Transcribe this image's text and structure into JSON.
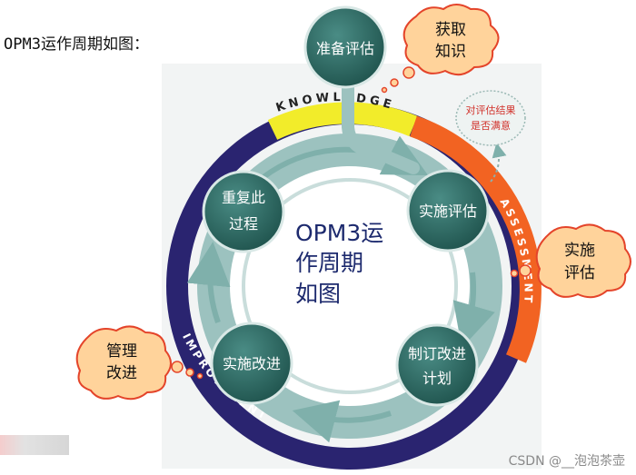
{
  "intro_text": "OPM3运作周期如图：",
  "center": {
    "line1": "OPM3运",
    "line2": "作周期",
    "line3": "如图"
  },
  "stages": {
    "prepare": "准备评估",
    "implement_assess": "实施评估",
    "plan_line1": "制订改进",
    "plan_line2": "计划",
    "implement_improve": "实施改进",
    "repeat_line1": "重复此",
    "repeat_line2": "过程"
  },
  "ring_labels": {
    "knowledge": "KNOWLEDGE",
    "assessment": "ASSESSMENT",
    "improvement": "IMPROVEMENT"
  },
  "callouts": {
    "knowledge_line1": "获取",
    "knowledge_line2": "知识",
    "assess_line1": "实施",
    "assess_line2": "评估",
    "improve_line1": "管理",
    "improve_line2": "改进",
    "satisfaction_line1": "对评估结果",
    "satisfaction_line2": "是否满意"
  },
  "watermark": "CSDN @__泡泡茶壶",
  "colors": {
    "node": "#2c6b64",
    "inner_ring": "#9cc2bf",
    "knowledge": "#f2ec2a",
    "assessment": "#f26322",
    "improvement": "#2a2470",
    "callout": "#ffd39b",
    "callout_border": "#e4442a"
  }
}
